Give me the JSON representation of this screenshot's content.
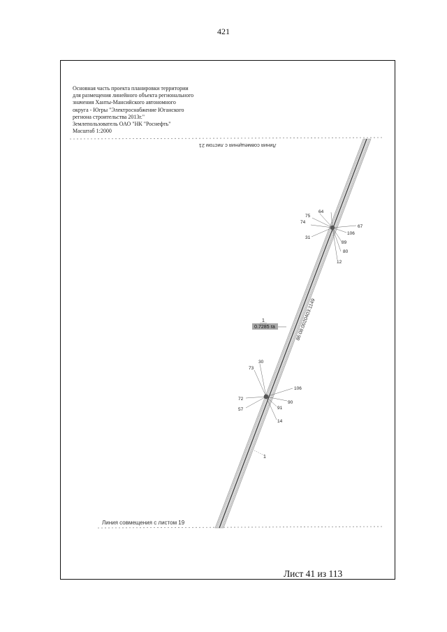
{
  "page_number": "421",
  "title_block": {
    "lines": [
      "Основная часть проекта планировки территории",
      "для размещения линейного объекта регионального",
      "значения Ханты-Мансийского автономного",
      "округа - Югры \"Электроснабжение Юганского",
      "региона строительства 2013г.\"",
      "Землепользователь ОАО \"НК \"Роснефть\"",
      "Масштаб 1:2000"
    ]
  },
  "match_line_top": "Линия совмещения с листом 21",
  "match_line_bottom": "Линия совмещения с листом 19",
  "cadastral_number": "86:08:0020403:1149",
  "area_label": {
    "number": "1",
    "value": "0.7285 га"
  },
  "marker_label": "1",
  "node_upper": {
    "labels": [
      "75",
      "64",
      "74",
      "67",
      "106",
      "31",
      "89",
      "80",
      "12"
    ]
  },
  "node_lower": {
    "labels": [
      "30",
      "73",
      "106",
      "72",
      "90",
      "57",
      "91",
      "14"
    ]
  },
  "sheet_label": "Лист 41 из 113"
}
